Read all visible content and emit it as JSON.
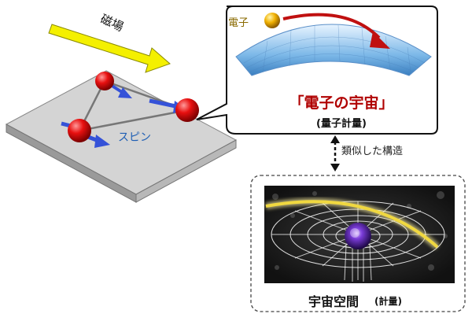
{
  "labels": {
    "magnetic_field": "磁場",
    "electron": "電子",
    "universe_title": "「電子の宇宙」",
    "quantum_metric": "(量子計量)",
    "similar_structure": "類似した構造",
    "spin": "スピン",
    "spacetime": "宇宙空間",
    "metric": "(計量)"
  },
  "colors": {
    "arrow_yellow": "#f4f000",
    "atom_red": "#e01010",
    "spin_blue": "#4a6cf0",
    "surface_blue": "#5aa0d8",
    "curve_red": "#c01010",
    "electron_gold": "#f0b000",
    "blackhole_purple": "#6a2cc0"
  }
}
